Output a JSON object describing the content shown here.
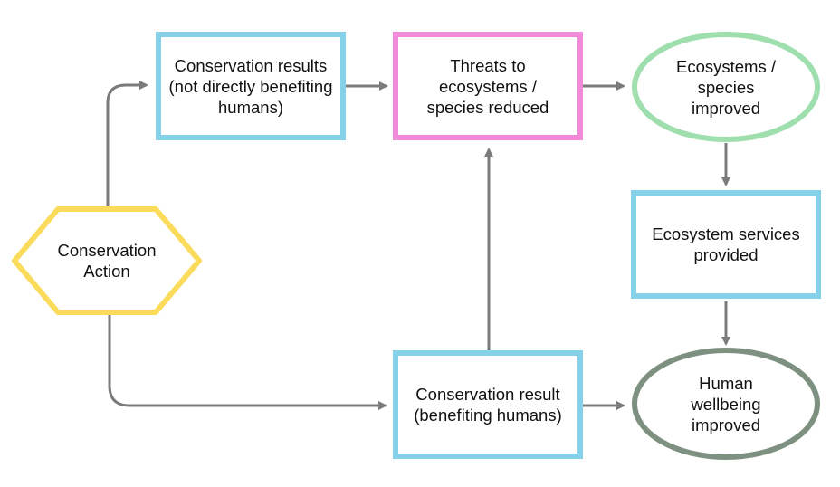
{
  "colors": {
    "action": "#fadb5b",
    "result": "#86d1ea",
    "threat": "#f18bd9",
    "ecosystem": "#9fdfae",
    "wellbeing": "#7e9181",
    "arrow": "#7b7b7b"
  },
  "nodes": {
    "conservation_action": "Conservation Action",
    "results_not_benefiting": "Conservation results (not directly benefiting humans)",
    "threats_reduced": "Threats to ecosystems / species reduced",
    "ecosystems_improved": "Ecosystems / species improved",
    "services_provided": "Ecosystem services provided",
    "result_benefiting": "Conservation result (benefiting humans)",
    "wellbeing_improved": "Human wellbeing improved"
  }
}
